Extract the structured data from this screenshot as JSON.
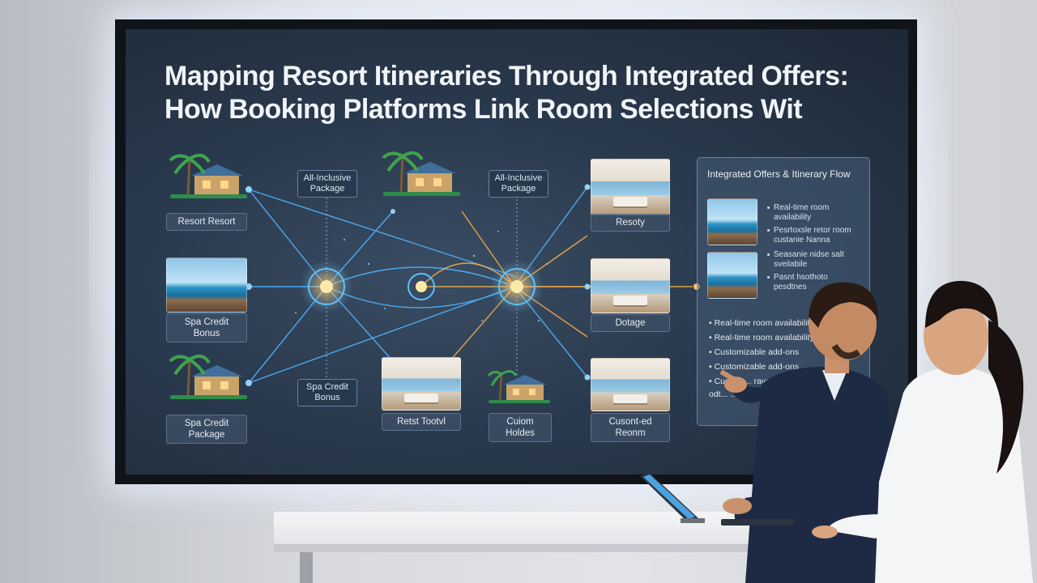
{
  "screen": {
    "title_line1": "Mapping Resort Itineraries Through Integrated Offers:",
    "title_line2": "How Booking Platforms Link Room Selections Wit"
  },
  "diagram": {
    "left_labels": [
      "Resort Resort",
      "Spa Credit Bonus",
      "Spa Credit Package"
    ],
    "center_tags": [
      {
        "id": "tag1",
        "lines": [
          "All-Inclusive",
          "Package"
        ]
      },
      {
        "id": "tag2",
        "lines": [
          "All-Inclusive",
          "Package"
        ]
      },
      {
        "id": "tag3",
        "lines": [
          "Spa Credit",
          "Bonus"
        ]
      }
    ],
    "bottom_labels": [
      "Retst Tootvl",
      "Cuiom Holdes"
    ],
    "right_labels": [
      "Resoty",
      "Dotage",
      "Cusont-ed Reonm"
    ]
  },
  "panel": {
    "title": "Integrated Offers & Itinerary Flow",
    "items": [
      {
        "lines": [
          "Real-time room",
          "availability"
        ]
      },
      {
        "lines": [
          "Pesrtoxsle retor room",
          "custanie Nanna"
        ]
      },
      {
        "lines": [
          "Seasanie nidse salt",
          "sveilabile"
        ]
      },
      {
        "lines": [
          "Pasnt hsothoto",
          "pesdtnes"
        ]
      }
    ],
    "list": [
      "• Real-time room availability sync",
      "• Real-time room availability sync",
      "• Customizable add-ons",
      "• Customizable add-ons",
      "• Cumiziz... ravavvailabilling",
      "  odt... ...urgets"
    ]
  },
  "colors": {
    "accent_blue": "#3fa9ff",
    "accent_orange": "#ffb347",
    "screen_bg": "#2a3a4e"
  }
}
